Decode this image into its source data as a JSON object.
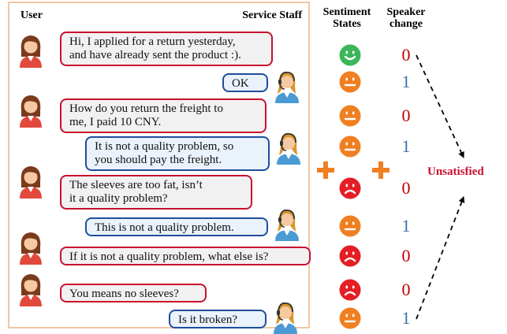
{
  "headers": {
    "user": "User",
    "staff": "Service Staff",
    "sentiment": [
      "Sentiment",
      "States"
    ],
    "speaker": [
      "Speaker",
      "change"
    ]
  },
  "messages": [
    {
      "speaker": "user",
      "lines": [
        "Hi, I applied for a return yesterday,",
        "and have already sent the product :)."
      ],
      "sentiment": "happy",
      "speaker_change": "0"
    },
    {
      "speaker": "staff",
      "lines": [
        "OK"
      ],
      "sentiment": "neutral",
      "speaker_change": "1"
    },
    {
      "speaker": "user",
      "lines": [
        "How do you return the freight to",
        "me, I paid 10 CNY."
      ],
      "sentiment": "neutral",
      "speaker_change": "0"
    },
    {
      "speaker": "staff",
      "lines": [
        "It is not a quality problem, so",
        "you should pay the freight."
      ],
      "sentiment": "neutral",
      "speaker_change": "1"
    },
    {
      "speaker": "user",
      "lines": [
        "The sleeves are too fat, isn’t",
        "it a quality problem?"
      ],
      "sentiment": "sad",
      "speaker_change": "0"
    },
    {
      "speaker": "staff",
      "lines": [
        "This is not a quality problem."
      ],
      "sentiment": "neutral",
      "speaker_change": "1"
    },
    {
      "speaker": "user",
      "lines": [
        "If it is not a quality problem, what else is?"
      ],
      "sentiment": "sad",
      "speaker_change": "0"
    },
    {
      "speaker": "user",
      "lines": [
        "You means no sleeves?"
      ],
      "sentiment": "sad",
      "speaker_change": "0"
    },
    {
      "speaker": "staff",
      "lines": [
        "Is it broken?"
      ],
      "sentiment": "neutral",
      "speaker_change": "1"
    }
  ],
  "result": "Unsatisfied",
  "colors": {
    "user_border": "#c8102e",
    "staff_border": "#1f4e9c",
    "happy": "#3cb55a",
    "neutral": "#f07f22",
    "sad": "#e51e25",
    "zero": "#c00000",
    "one": "#3d6ea8",
    "plus": "#f07f22",
    "panel_border": "#f3c6a4"
  }
}
